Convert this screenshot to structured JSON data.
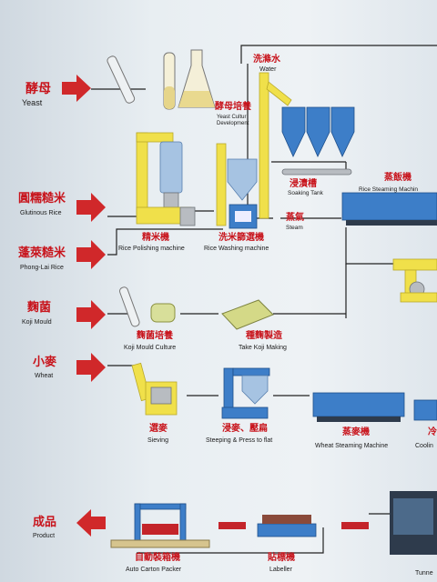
{
  "inputs": {
    "yeast": {
      "zh": "酵母",
      "en": "Yeast"
    },
    "glutinous": {
      "zh": "圓糯糙米",
      "en": "Glutinous Rice"
    },
    "penglai": {
      "zh": "蓬萊糙米",
      "en": "Phong-Lai Rice"
    },
    "koji": {
      "zh": "麴菌",
      "en": "Koji Mould"
    },
    "wheat": {
      "zh": "小麥",
      "en": "Wheat"
    }
  },
  "output": {
    "zh": "成品",
    "en": "Product"
  },
  "steps": {
    "water": {
      "zh": "洗滌水",
      "en": "Water"
    },
    "yeast_culture": {
      "zh": "酵母培養",
      "en1": "Yeast Cultur",
      "en2": "Development"
    },
    "soaking": {
      "zh": "浸漬槽",
      "en": "Soaking Tank"
    },
    "rice_steaming": {
      "zh": "蒸飯機",
      "en": "Rice Steaming Machin"
    },
    "steam": {
      "zh": "蒸氣",
      "en": "Steam"
    },
    "rice_polishing": {
      "zh": "精米機",
      "en": "Rice Polishing machine"
    },
    "rice_washing": {
      "zh": "洗米篩選機",
      "en": "Rice Washing machine"
    },
    "koji_culture": {
      "zh": "麴菌培養",
      "en": "Koji Mould Culture"
    },
    "koji_making": {
      "zh": "種麴製造",
      "en": "Take Koji Making"
    },
    "sieving": {
      "zh": "選麥",
      "en": "Sieving"
    },
    "steeping": {
      "zh": "浸麥、壓扁",
      "en": "Steeping & Press to flat"
    },
    "wheat_steaming": {
      "zh": "蒸麥機",
      "en": "Wheat Steaming Machine"
    },
    "cooling": {
      "zh": "冷",
      "en": "Coolin"
    },
    "auto_carton": {
      "zh": "自動裝箱機",
      "en": "Auto Carton Packer"
    },
    "labeller": {
      "zh": "貼標機",
      "en": "Labeller"
    },
    "tunnel": {
      "en": "Tunne"
    }
  },
  "colors": {
    "red": "#c8141c",
    "yellow": "#f0e04a",
    "blue": "#3d7ec8"
  }
}
